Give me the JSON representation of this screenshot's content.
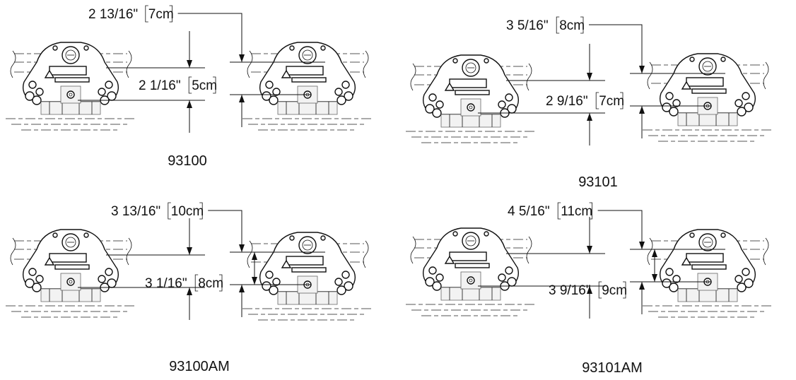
{
  "panels": [
    {
      "model": "93100",
      "top_dim": {
        "inch": "2 13/16\"",
        "cm": "7cm"
      },
      "bottom_dim": {
        "inch": "2 1/16\"",
        "cm": "5cm"
      }
    },
    {
      "model": "93101",
      "top_dim": {
        "inch": "3 5/16\"",
        "cm": "8cm"
      },
      "bottom_dim": {
        "inch": "2 9/16\"",
        "cm": "7cm"
      }
    },
    {
      "model": "93100AM",
      "top_dim": {
        "inch": "3 13/16\"",
        "cm": "10cm"
      },
      "bottom_dim": {
        "inch": "3 1/16\"",
        "cm": "8cm"
      }
    },
    {
      "model": "93101AM",
      "top_dim": {
        "inch": "4 5/16\"",
        "cm": "11cm"
      },
      "bottom_dim": {
        "inch": "3 9/16\"",
        "cm": "9cm"
      }
    }
  ]
}
